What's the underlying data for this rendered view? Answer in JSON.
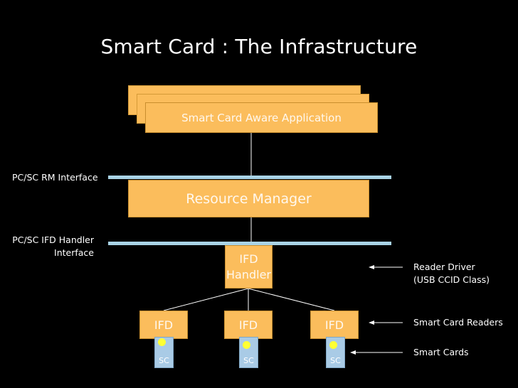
{
  "title": "Smart Card : The Infrastructure",
  "application_label": "Smart Card Aware Application",
  "resource_manager_label": "Resource Manager",
  "ifd_handler_label": "IFD\nHandler",
  "ifd_label": "IFD",
  "sc_label": "SC",
  "interfaces": {
    "rm": "PC/SC RM Interface",
    "ifd_handler": "PC/SC IFD Handler\nInterface"
  },
  "annotations": {
    "reader_driver": "Reader Driver\n(USB CCID Class)",
    "smart_card_readers": "Smart Card Readers",
    "smart_cards": "Smart Cards"
  },
  "colors": {
    "box_fill": "#fbbd5c",
    "interface_bar": "#a9d3e6",
    "smart_card_fill": "#a9cbe6",
    "chip_dot": "#ffff33",
    "background": "#000000"
  }
}
